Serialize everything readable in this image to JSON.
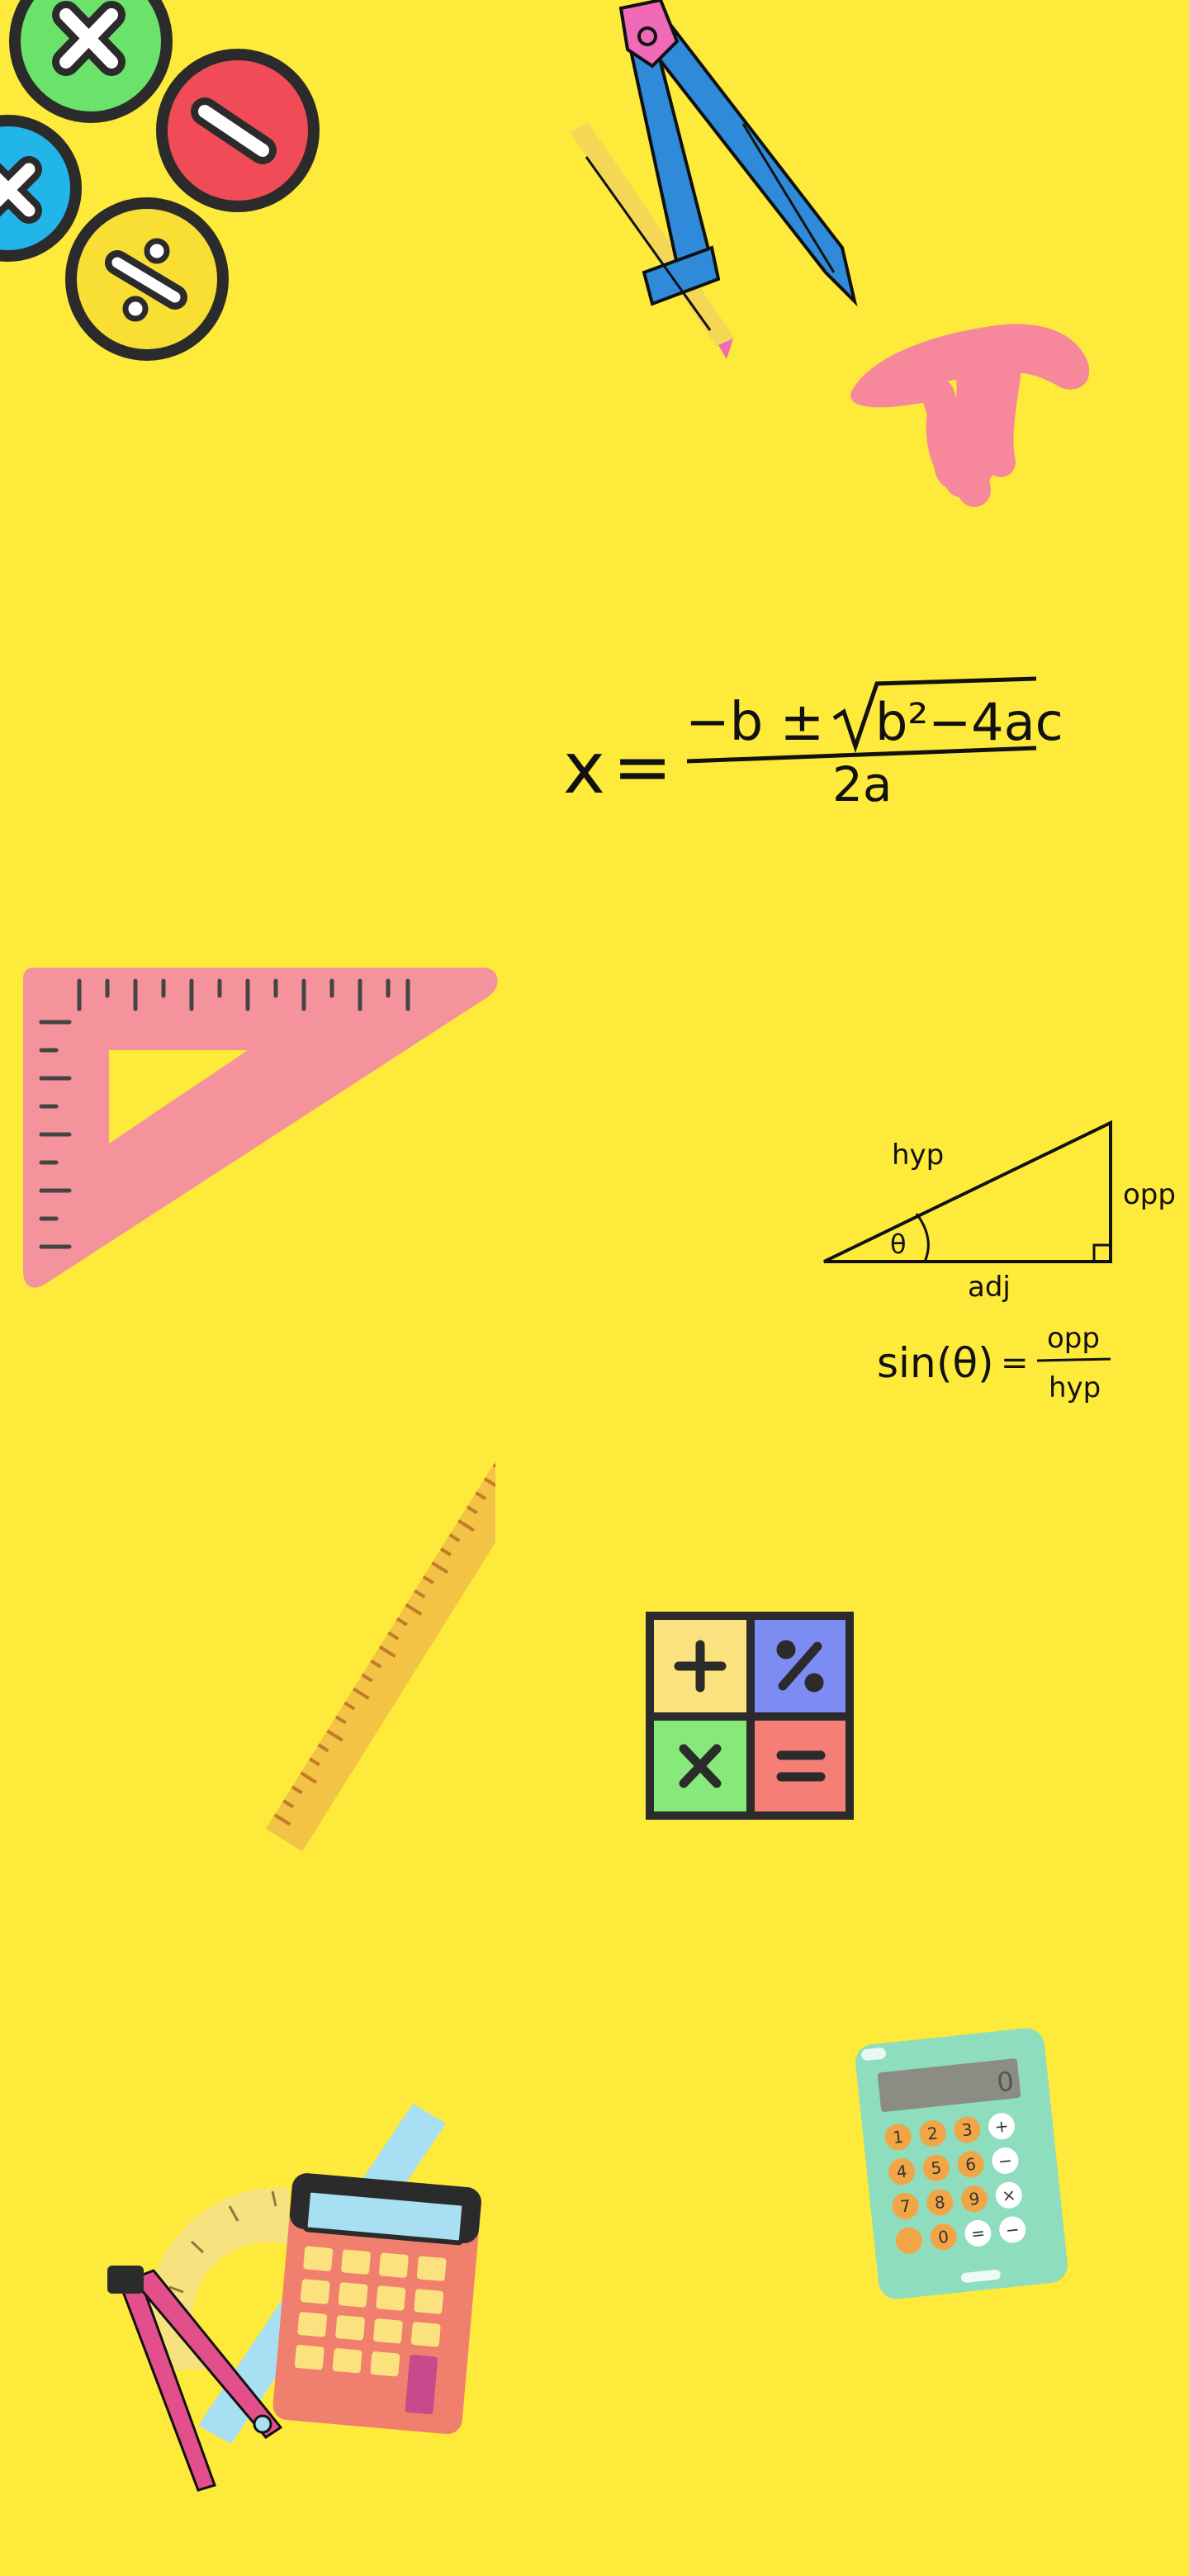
{
  "background": {
    "color": "#FEEA3B"
  },
  "colors": {
    "outline": "#2B2B2B",
    "ink": "#111111",
    "green": "#6BE36B",
    "red": "#F24B58",
    "blue": "#22B5EA",
    "yellow": "#F9DE34",
    "pink": "#F48A9E",
    "pi_pink": "#F7889C",
    "compass_blue": "#2F8BDA",
    "compass_pink": "#F06AB8",
    "ruler_yellow": "#F2C344",
    "ruler_tick": "#C57A26",
    "tile_yellow": "#FBE27E",
    "tile_blue": "#7C8CF3",
    "tile_green": "#86E97A",
    "tile_red": "#F57E77",
    "calc_mint": "#8EDDBE",
    "calc_orange": "#F2A544",
    "calc_coral": "#F07F6E",
    "calc_screen": "#A8DFF2"
  },
  "stickers": {
    "math_circles": {
      "icons": [
        "multiply-sign",
        "minus-sign",
        "times-sign",
        "divide-sign"
      ]
    },
    "compass_icon": "drawing-compass",
    "pi_icon": "pi-symbol",
    "set_square_icon": "triangle-ruler",
    "ruler_icon": "ruler",
    "operator_grid": {
      "icons": [
        "plus",
        "percent",
        "times",
        "equals"
      ]
    },
    "small_calculator": {
      "display": "0",
      "keys": [
        "1",
        "2",
        "3",
        "+",
        "4",
        "5",
        "6",
        "−",
        "7",
        "8",
        "9",
        "×",
        "",
        "0",
        "=",
        "−"
      ]
    },
    "tools_cluster_icon": "calculator-protractor-compass"
  },
  "quadratic_formula": {
    "x": "x",
    "equals": "=",
    "numerator_left": "−b ±",
    "radicand": "b²−4ac",
    "denominator": "2a"
  },
  "trig_diagram": {
    "hyp": "hyp",
    "opp": "opp",
    "adj": "adj",
    "theta": "θ",
    "sin": "sin",
    "sin_theta": "(θ)",
    "equals": "=",
    "frac_top": "opp",
    "frac_bottom": "hyp"
  }
}
